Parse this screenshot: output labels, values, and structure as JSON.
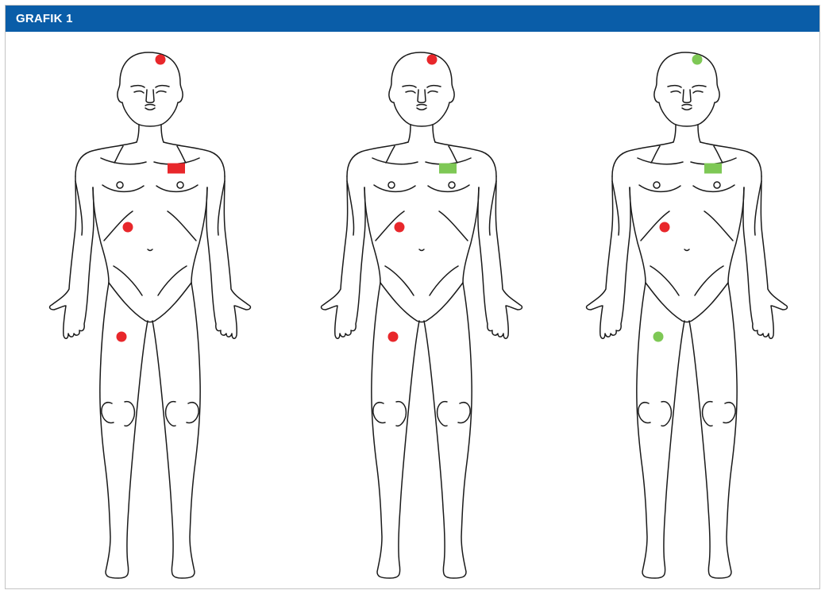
{
  "header": {
    "title": "GRAFIK 1"
  },
  "colors": {
    "header_bar": "#0a5da8",
    "positive": "#e8272b",
    "negative": "#7ec855",
    "outline": "#1a1a1a"
  },
  "figures": [
    {
      "label": "",
      "markers": [
        {
          "site": "forehead-right",
          "shape": "dot",
          "status": "positive"
        },
        {
          "site": "chest-left-upper",
          "shape": "patch",
          "status": "positive"
        },
        {
          "site": "abdomen-right-upper",
          "shape": "dot",
          "status": "positive"
        },
        {
          "site": "thigh-right",
          "shape": "dot",
          "status": "positive"
        }
      ]
    },
    {
      "label": "",
      "markers": [
        {
          "site": "forehead-right",
          "shape": "dot",
          "status": "positive"
        },
        {
          "site": "chest-left-upper",
          "shape": "patch",
          "status": "negative"
        },
        {
          "site": "abdomen-right-upper",
          "shape": "dot",
          "status": "positive"
        },
        {
          "site": "thigh-right",
          "shape": "dot",
          "status": "positive"
        }
      ]
    },
    {
      "label": "",
      "markers": [
        {
          "site": "forehead-right",
          "shape": "dot",
          "status": "negative"
        },
        {
          "site": "chest-left-upper",
          "shape": "patch",
          "status": "negative"
        },
        {
          "site": "abdomen-right-upper",
          "shape": "dot",
          "status": "positive"
        },
        {
          "site": "thigh-right",
          "shape": "dot",
          "status": "negative"
        }
      ]
    }
  ]
}
